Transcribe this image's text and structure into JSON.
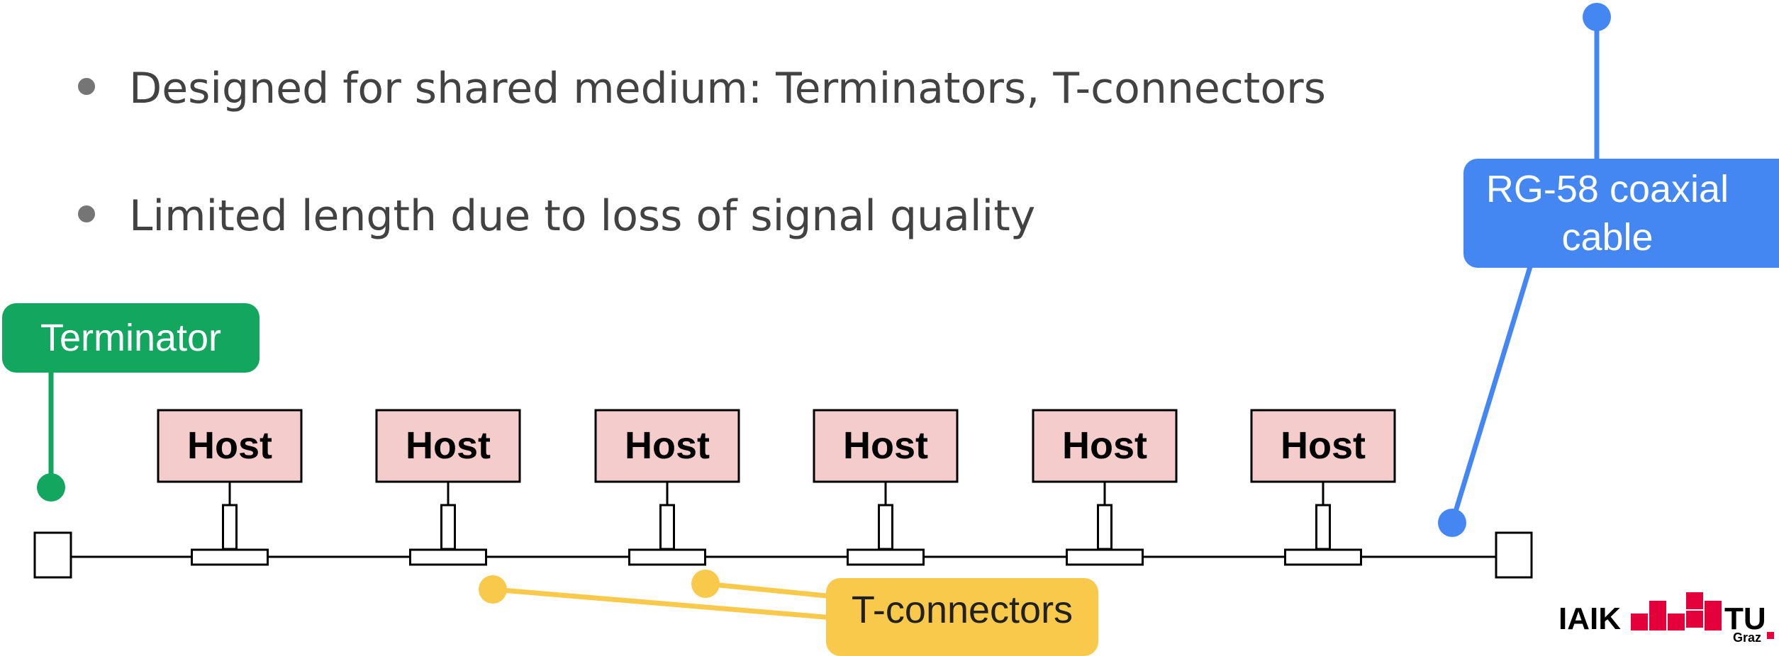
{
  "bullets": [
    "Designed for shared medium: Terminators, T-connectors",
    "Limited length due to loss of signal quality"
  ],
  "callouts": {
    "terminator": "Terminator",
    "coax": "RG-58 coaxial cable",
    "tconnectors": "T-connectors"
  },
  "hosts": [
    "Host",
    "Host",
    "Host",
    "Host",
    "Host",
    "Host"
  ],
  "logo": {
    "left": "IAIK",
    "right": "TU",
    "sub": "Graz"
  },
  "colors": {
    "terminator": "#12A65F",
    "coax": "#4487F3",
    "tconnectors": "#F9C94B",
    "host_fill": "#F4CCCC",
    "logo_red": "#E4003A"
  }
}
